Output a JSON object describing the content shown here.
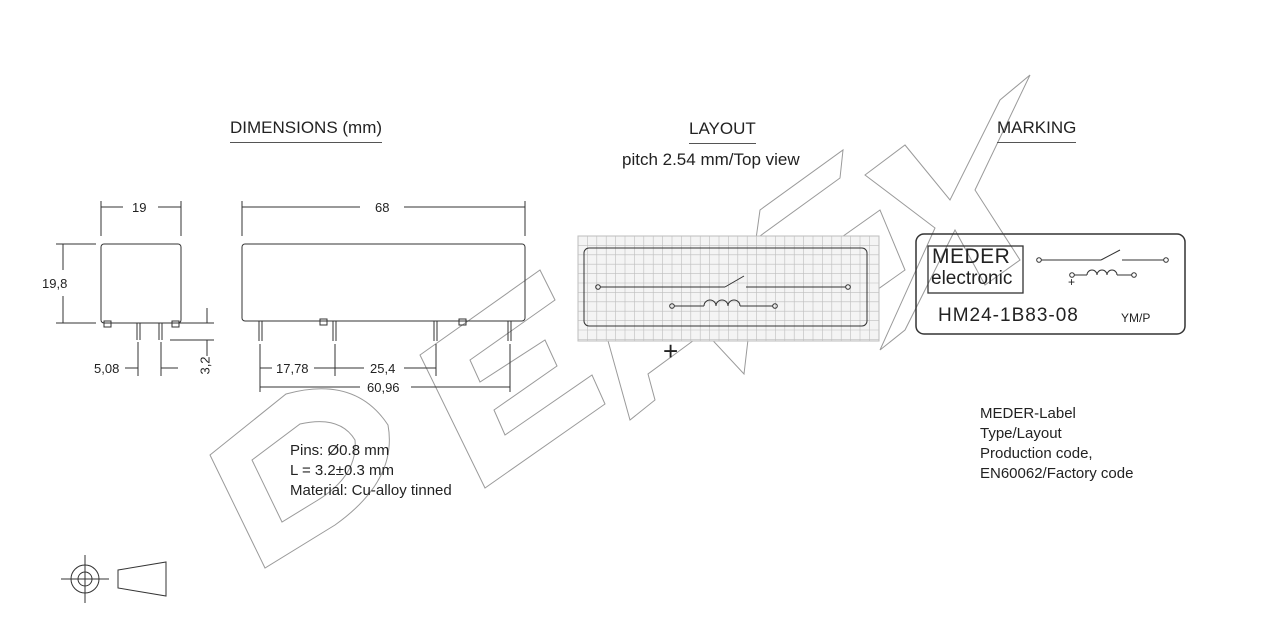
{
  "headings": {
    "dimensions": "DIMENSIONS (mm)",
    "layout": "LAYOUT",
    "layout_sub": "pitch 2.54 mm/Top view",
    "marking": "MARKING"
  },
  "dimensions": {
    "width": "19",
    "height": "19,8",
    "pin_spacing": "5,08",
    "pin_length": "3,2",
    "length": "68",
    "pin_offset": "17,78",
    "pin_pitch": "25,4",
    "pin_span": "60,96"
  },
  "pins_notes": [
    "Pins:  Ø0.8 mm",
    "L = 3.2±0.3 mm",
    "Material: Cu-alloy tinned"
  ],
  "layout_plus": "+",
  "marking_label": {
    "brand_line1": "MEDER",
    "brand_line2": "electronic",
    "coil_plus": "+",
    "type": "HM24-1B83-08",
    "code": "YM/P"
  },
  "label_legend": [
    "MEDER-Label",
    "Type/Layout",
    "Production code,",
    "EN60062/Factory code"
  ],
  "watermark": "DEMIX",
  "colors": {
    "line": "#333333",
    "grid": "#bdbdbd",
    "watermark": "#9a9a9a"
  }
}
